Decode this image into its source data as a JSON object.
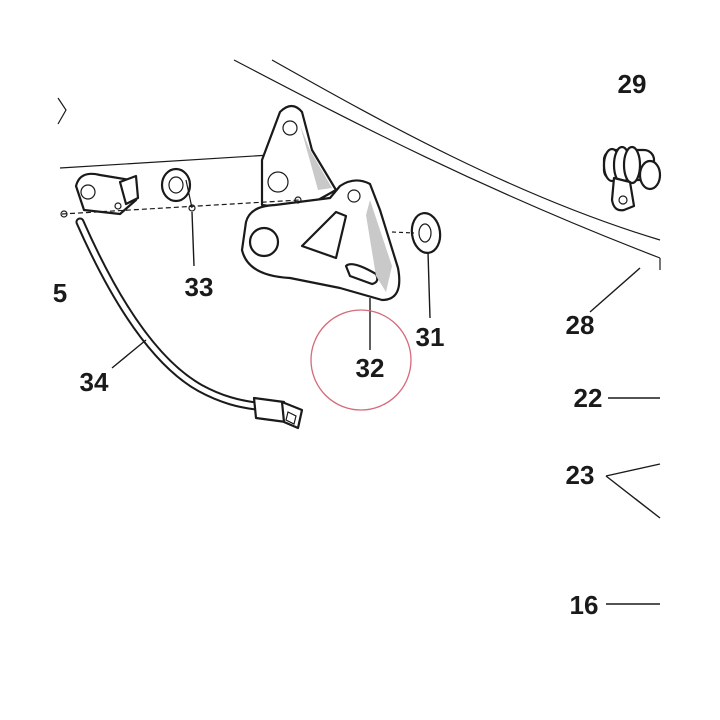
{
  "diagram": {
    "callouts": {
      "c29": "29",
      "c33": "33",
      "c5": "5",
      "c31": "31",
      "c28": "28",
      "c32": "32",
      "c34": "34",
      "c22": "22",
      "c23": "23",
      "c16": "16"
    },
    "highlight": {
      "part": "32",
      "color": "#d46a7a"
    },
    "colors": {
      "line": "#1a1a1a",
      "shade": "#c9c9c9",
      "background": "#ffffff"
    }
  }
}
